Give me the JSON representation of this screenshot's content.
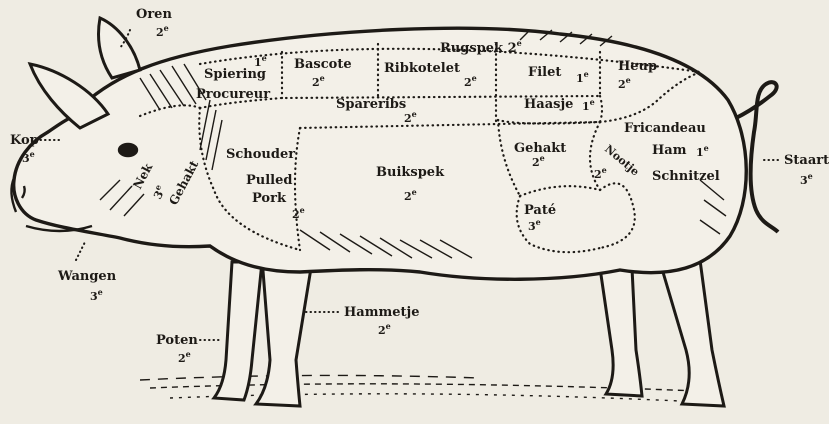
{
  "colors": {
    "paper": "#efece3",
    "ink": "#1d1a16",
    "body_fill": "#f3f0e8"
  },
  "cuts": {
    "rugspek": {
      "name": "Rugspek",
      "grade": "2"
    },
    "spiering": {
      "name": "Spiering",
      "grade": "1"
    },
    "procureur": {
      "name": "Procureur"
    },
    "bascote": {
      "name": "Bascote",
      "grade": "2"
    },
    "ribkotelet": {
      "name": "Ribkotelet",
      "grade": "2"
    },
    "filet": {
      "name": "Filet",
      "grade": "1"
    },
    "heup": {
      "name": "Heup",
      "grade": "2"
    },
    "spareribs": {
      "name": "Spareribs",
      "grade": "2"
    },
    "haasje": {
      "name": "Haasje",
      "grade": "1"
    },
    "schouder": {
      "name": "Schouder"
    },
    "pulled": {
      "name1": "Pulled",
      "name2": "Pork",
      "grade": "2"
    },
    "buikspek": {
      "name": "Buikspek",
      "grade": "2"
    },
    "gehakt": {
      "name": "Gehakt",
      "grade": "2"
    },
    "pate": {
      "name": "Paté",
      "grade": "3"
    },
    "nootje": {
      "name": "Nootje",
      "grade": "2"
    },
    "fricandeau": {
      "name": "Fricandeau"
    },
    "ham": {
      "name": "Ham",
      "grade": "1"
    },
    "schnitzel": {
      "name": "Schnitzel"
    },
    "nek": {
      "name1": "Nek",
      "name2": "Gehakt",
      "grade": "3"
    }
  },
  "callouts": {
    "oren": {
      "name": "Oren",
      "grade": "2"
    },
    "kop": {
      "name": "Kop",
      "grade": "3"
    },
    "wangen": {
      "name": "Wangen",
      "grade": "3"
    },
    "poten": {
      "name": "Poten",
      "grade": "2"
    },
    "hammetje": {
      "name": "Hammetje",
      "grade": "2"
    },
    "staart": {
      "name": "Staart",
      "grade": "3"
    }
  },
  "grade_suffix": "e"
}
